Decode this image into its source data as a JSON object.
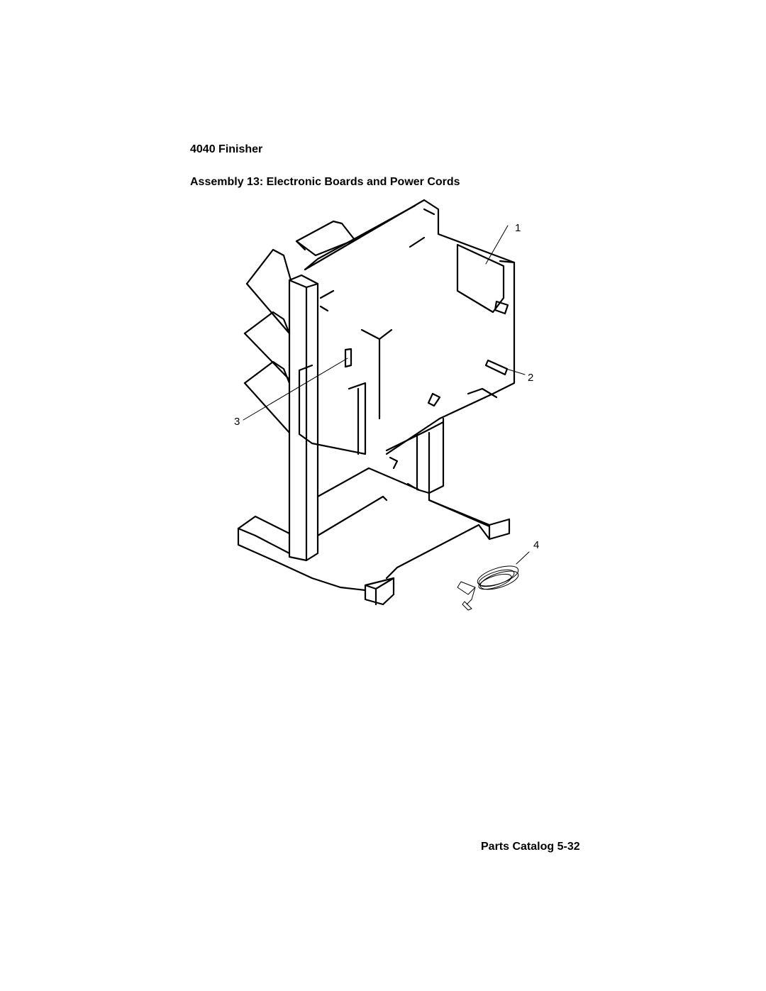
{
  "header": {
    "title": "4040 Finisher",
    "subtitle": "Assembly 13:  Electronic Boards and Power Cords"
  },
  "figure": {
    "callouts": [
      "1",
      "2",
      "3",
      "4"
    ]
  },
  "footer": {
    "page_label": "Parts Catalog 5-32"
  }
}
